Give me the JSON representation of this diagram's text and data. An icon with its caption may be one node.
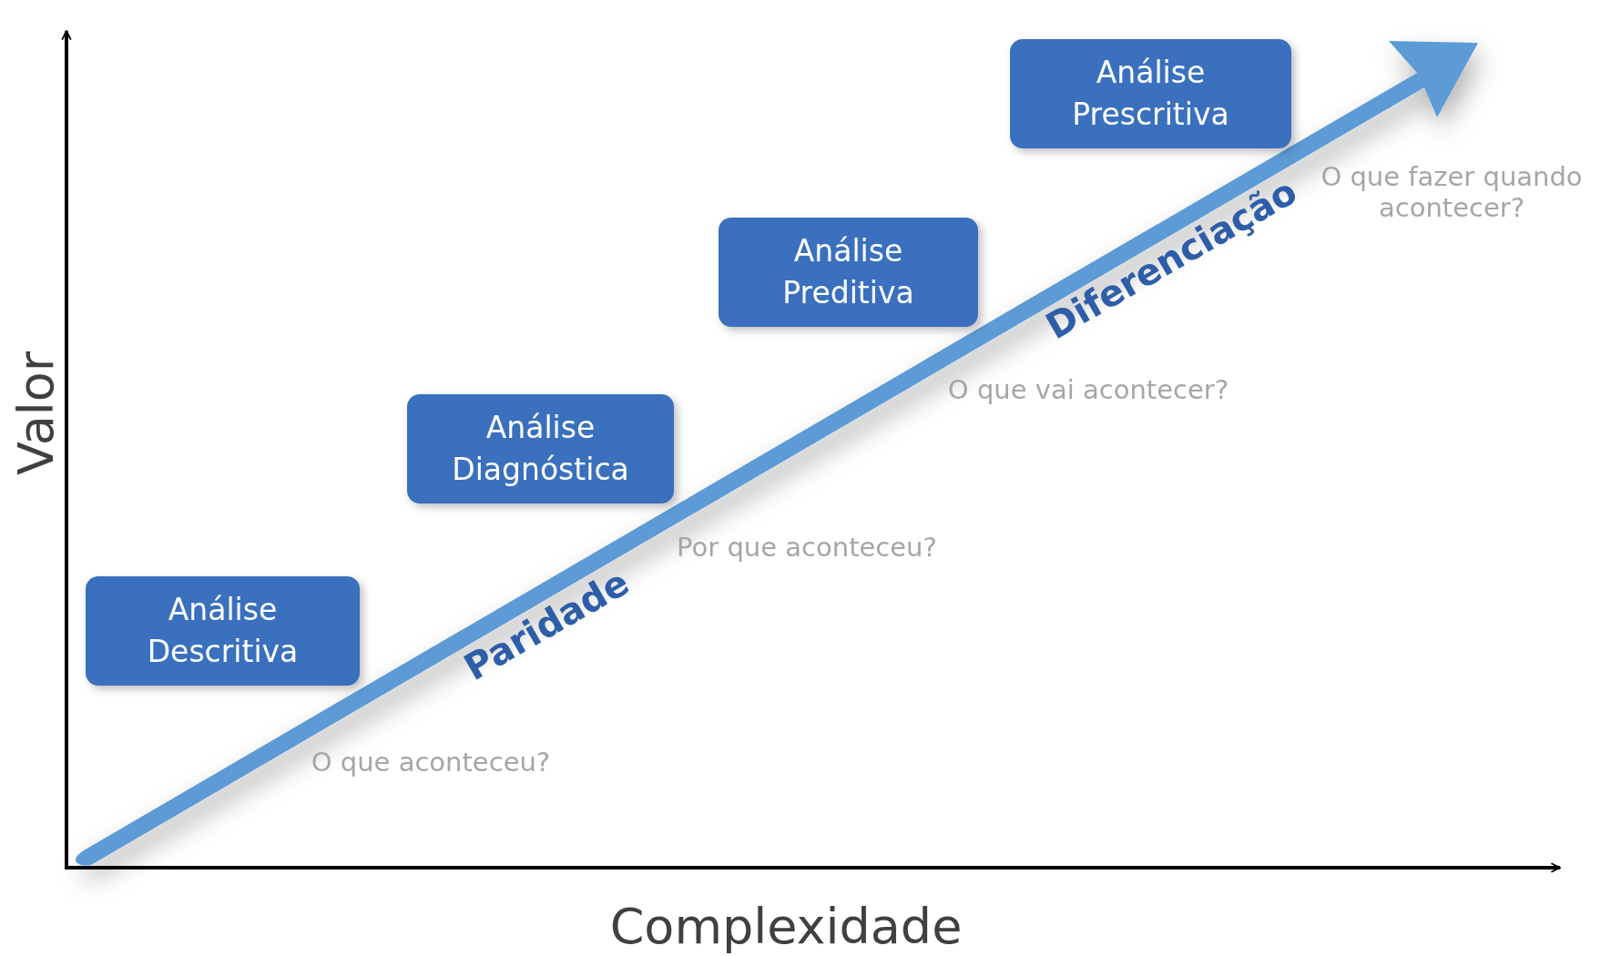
{
  "diagram": {
    "nodes": [
      {
        "text": [
          "Análise Descritiva"
        ],
        "beside": [
          "O que aconteceu?"
        ]
      },
      {
        "text": [
          "Análise Diagnóstica"
        ],
        "beside": [
          "Por que aconteceu?"
        ]
      },
      {
        "text": [
          "Análise Preditiva"
        ],
        "beside": [
          "O que vai acontecer?"
        ]
      },
      {
        "text": [
          "Análise Prescritiva"
        ],
        "beside": [
          "O que fazer quando acontecer?"
        ]
      }
    ],
    "edges": [],
    "labels": [
      "Valor",
      "Paridade",
      "Diferenciação",
      "Complexidade"
    ]
  }
}
